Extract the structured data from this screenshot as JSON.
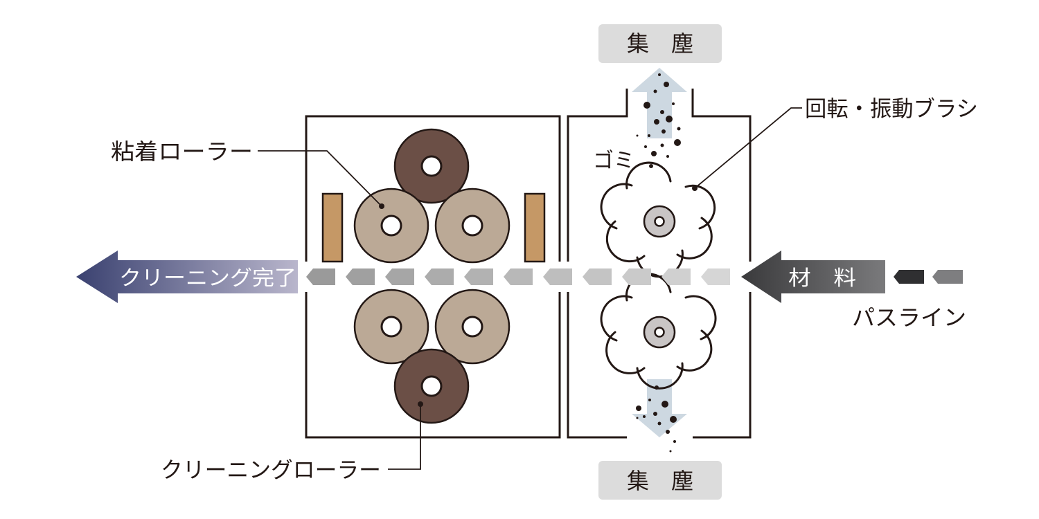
{
  "labels": {
    "dust_top": "集　塵",
    "dust_bottom": "集　塵",
    "brush": "回転・振動ブラシ",
    "adhesive_roller": "粘着ローラー",
    "cleaning_roller": "クリーニングローラー",
    "debris": "ゴミ",
    "material": "材　料",
    "pass_line": "パスライン",
    "cleaning_complete": "クリーニング完了"
  },
  "colors": {
    "complete_arrow_start": "#3a4170",
    "complete_arrow_end": "#b9b6cc",
    "material_arrow_start": "#3a3a3c",
    "material_arrow_end": "#7a7a7c",
    "adhesive_roller": "#bba996",
    "cleaning_roller": "#6b4f46",
    "pad": "#c59866",
    "brush_hub": "#c9c5c5",
    "dust_box": "#dcdcdc",
    "airflow_arrow": "#cdd8e1",
    "line": "#231815"
  }
}
